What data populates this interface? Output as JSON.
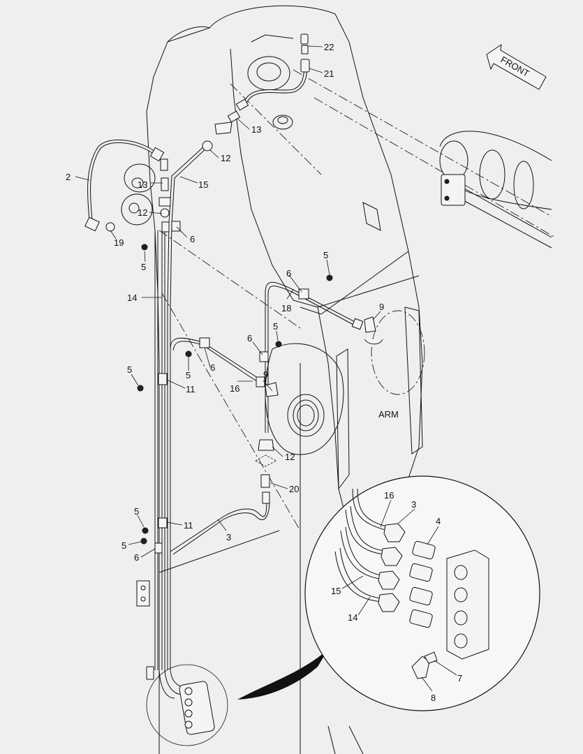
{
  "diagram": {
    "direction_label": "FRONT",
    "component_label": "ARM",
    "callouts": [
      {
        "id": "c22",
        "text": "22"
      },
      {
        "id": "c21",
        "text": "21"
      },
      {
        "id": "c13a",
        "text": "13"
      },
      {
        "id": "c12a",
        "text": "12"
      },
      {
        "id": "c2",
        "text": "2"
      },
      {
        "id": "c13b",
        "text": "13"
      },
      {
        "id": "c15",
        "text": "15"
      },
      {
        "id": "c12b",
        "text": "12"
      },
      {
        "id": "c19",
        "text": "19"
      },
      {
        "id": "c6a",
        "text": "6"
      },
      {
        "id": "c5a",
        "text": "5"
      },
      {
        "id": "c14",
        "text": "14"
      },
      {
        "id": "c5b",
        "text": "5"
      },
      {
        "id": "c6b",
        "text": "6"
      },
      {
        "id": "c18",
        "text": "18"
      },
      {
        "id": "c9a",
        "text": "9"
      },
      {
        "id": "c5c",
        "text": "5"
      },
      {
        "id": "c6c",
        "text": "6"
      },
      {
        "id": "c5d",
        "text": "5"
      },
      {
        "id": "c6d",
        "text": "6"
      },
      {
        "id": "c16",
        "text": "16"
      },
      {
        "id": "c9b",
        "text": "9"
      },
      {
        "id": "c5e",
        "text": "5"
      },
      {
        "id": "c11a",
        "text": "11"
      },
      {
        "id": "c12c",
        "text": "12"
      },
      {
        "id": "c20",
        "text": "20"
      },
      {
        "id": "c5f",
        "text": "5"
      },
      {
        "id": "c11b",
        "text": "11"
      },
      {
        "id": "c3a",
        "text": "3"
      },
      {
        "id": "c5g",
        "text": "5"
      },
      {
        "id": "c6e",
        "text": "6"
      },
      {
        "id": "d16",
        "text": "16"
      },
      {
        "id": "d3",
        "text": "3"
      },
      {
        "id": "d4",
        "text": "4"
      },
      {
        "id": "d15",
        "text": "15"
      },
      {
        "id": "d14",
        "text": "14"
      },
      {
        "id": "d7",
        "text": "7"
      },
      {
        "id": "d8",
        "text": "8"
      }
    ]
  }
}
